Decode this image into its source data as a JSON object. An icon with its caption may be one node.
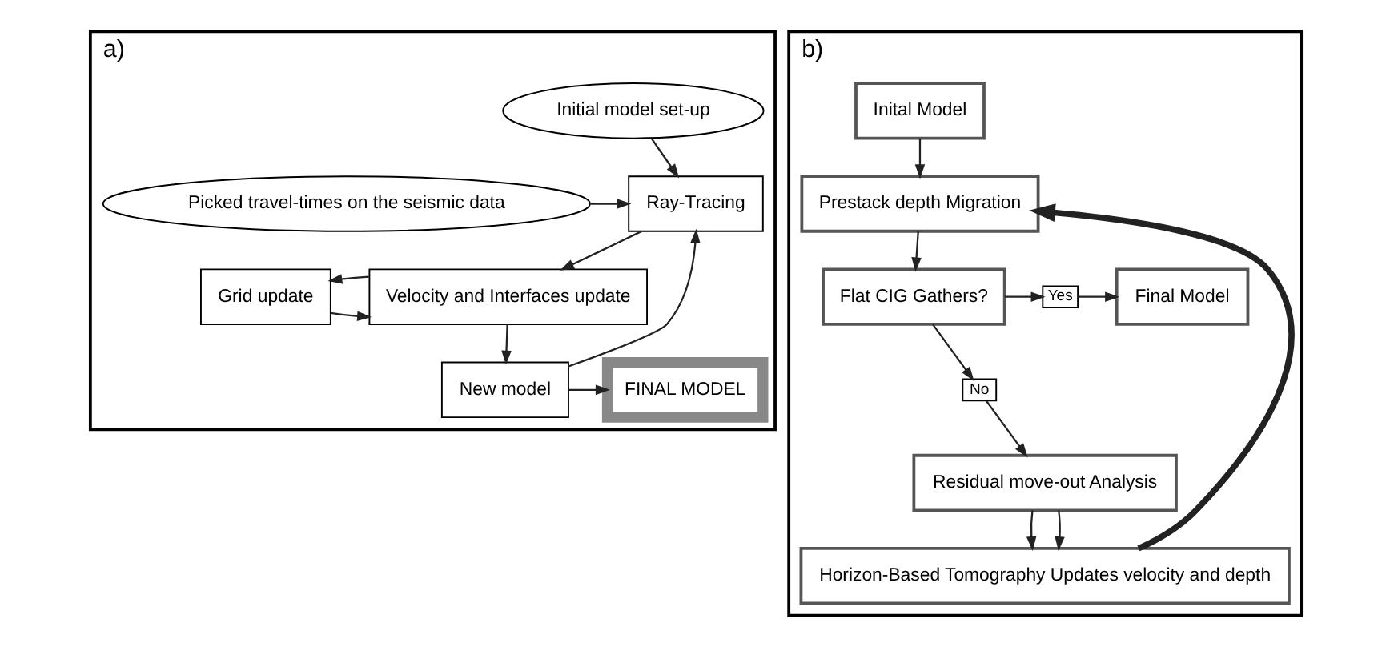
{
  "diagram": {
    "nodes": [
      {
        "text": [
          "a)"
        ]
      },
      {
        "text": [
          "Initial model set-up"
        ],
        "in": 0
      },
      {
        "text": [
          "Picked travel-times on the seismic data"
        ],
        "in": 0
      },
      {
        "text": [
          "Ray-Tracing"
        ],
        "in": 0
      },
      {
        "text": [
          "Grid update"
        ],
        "in": 0
      },
      {
        "text": [
          "Velocity and Interfaces update"
        ],
        "in": 0
      },
      {
        "text": [
          "FINAL MODEL"
        ],
        "in": 0
      },
      {
        "text": [
          "New model"
        ],
        "in": 0
      },
      {
        "text": [
          "b)"
        ]
      },
      {
        "text": [
          "Inital Model"
        ],
        "in": 8
      },
      {
        "text": [
          "Prestack depth Migration"
        ],
        "in": 8
      },
      {
        "text": [
          "Flat CIG Gathers?"
        ],
        "in": 8
      },
      {
        "text": [
          "Yes"
        ],
        "in": 8
      },
      {
        "text": [
          "Final Model"
        ],
        "in": 8
      },
      {
        "text": [
          "No"
        ],
        "in": 8
      },
      {
        "text": [
          "Residual move-out Analysis"
        ],
        "in": 8
      },
      {
        "text": [
          "Horizon-Based Tomography Updates velocity and depth"
        ],
        "in": 8
      }
    ],
    "edges": [
      {
        "from": 1,
        "to": 3,
        "arrow": "to"
      },
      {
        "from": 2,
        "to": 3,
        "arrow": "to"
      },
      {
        "from": 3,
        "to": 5,
        "arrow": "to"
      },
      {
        "from": 4,
        "to": 5,
        "arrow": "to"
      },
      {
        "from": 5,
        "to": 4,
        "arrow": "to"
      },
      {
        "from": 5,
        "to": 7,
        "arrow": "to"
      },
      {
        "from": 7,
        "to": 6,
        "arrow": "to"
      },
      {
        "from": 7,
        "to": 3,
        "arrow": "to"
      },
      {
        "from": 9,
        "to": 10,
        "arrow": "to"
      },
      {
        "from": 10,
        "to": 11,
        "arrow": "to"
      },
      {
        "from": 11,
        "to": 12,
        "arrow": "to"
      },
      {
        "from": 12,
        "to": 13,
        "arrow": "to"
      },
      {
        "from": 11,
        "to": 14,
        "arrow": "to"
      },
      {
        "from": 14,
        "to": 15,
        "arrow": "to"
      },
      {
        "from": 15,
        "to": 16,
        "arrow": "to"
      },
      {
        "from": 15,
        "to": 16,
        "arrow": "to"
      },
      {
        "from": 16,
        "to": 10,
        "arrow": "to",
        "style": "thick"
      }
    ]
  }
}
